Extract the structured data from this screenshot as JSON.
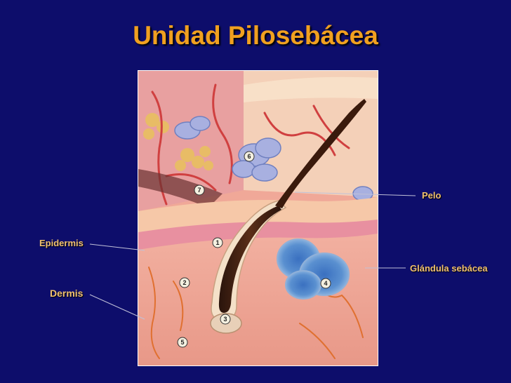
{
  "slide": {
    "title": "Unidad Pilosebácea",
    "labels": {
      "pelo": "Pelo",
      "glandula": "Glándula sebácea",
      "epidermis": "Epidermis",
      "dermis": "Dermis"
    },
    "markers": [
      "1",
      "2",
      "3",
      "4",
      "5",
      "6",
      "7"
    ]
  },
  "colors": {
    "background": "#0d0d6b",
    "title": "#f0a020",
    "label": "#f0c070"
  }
}
